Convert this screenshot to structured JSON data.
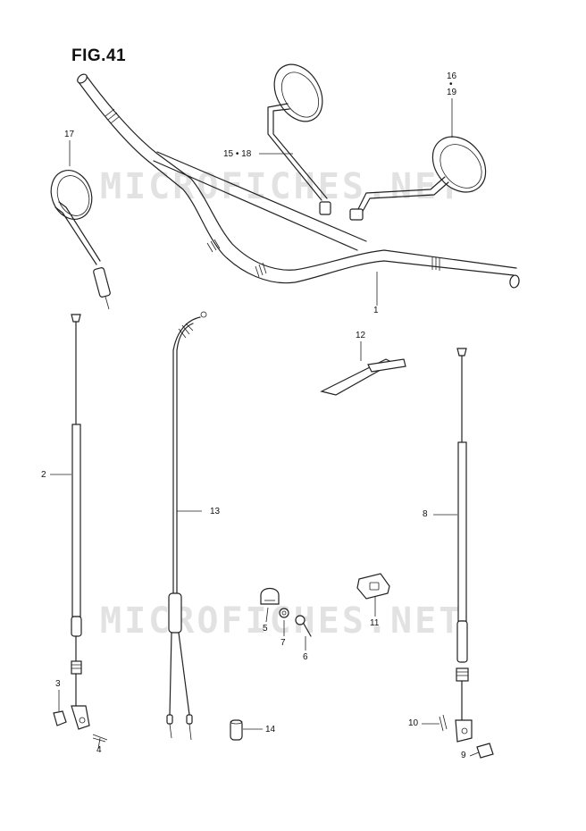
{
  "figure": {
    "title": "FIG.41"
  },
  "watermark": {
    "text": "MICROFICHES.NET"
  },
  "callouts": {
    "c1": "1",
    "c2": "2",
    "c3": "3",
    "c4": "4",
    "c5": "5",
    "c6": "6",
    "c7": "7",
    "c8": "8",
    "c9": "9",
    "c10": "10",
    "c11": "11",
    "c12": "12",
    "c13": "13",
    "c14": "14",
    "c15_18": "15 • 18",
    "c16": "16",
    "c16_dot": "•",
    "c17": "17",
    "c19": "19"
  }
}
